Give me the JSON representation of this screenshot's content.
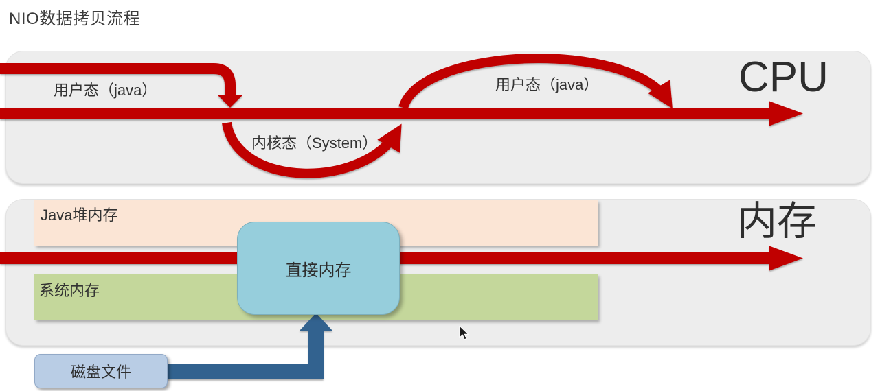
{
  "title": "NIO数据拷贝流程",
  "cpu_panel": {
    "label": "CPU",
    "user_mode_java_left": "用户态（java）",
    "kernel_mode_system": "内核态（System）",
    "user_mode_java_right": "用户态（java）"
  },
  "memory_panel": {
    "label": "内存",
    "java_heap_label": "Java堆内存",
    "system_memory_label": "系统内存",
    "direct_memory_label": "直接内存"
  },
  "disk_file_label": "磁盘文件",
  "colors": {
    "arrow_red": "#C00000",
    "panel_gray": "#EDEDED",
    "java_heap_fill": "#FBE5D5",
    "system_memory_fill": "#C4D79B",
    "direct_memory_fill": "#96CEDC",
    "disk_file_fill": "#B9CDE5",
    "disk_arrow_blue": "#33628F"
  }
}
